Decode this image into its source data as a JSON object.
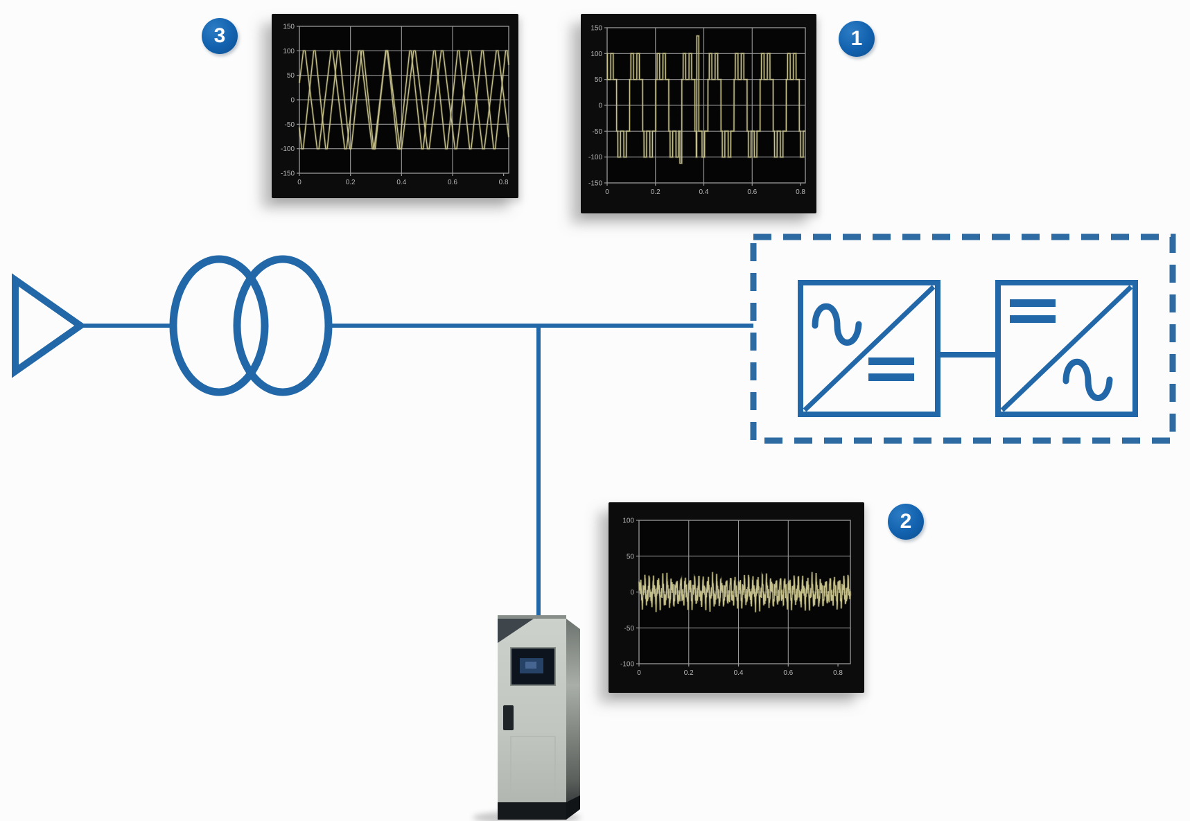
{
  "figure": {
    "background": "#fcfcfc",
    "badges": [
      {
        "label": "1"
      },
      {
        "label": "2"
      },
      {
        "label": "3"
      }
    ],
    "colors": {
      "schematic_blue": "#2268a8",
      "dashed_blue": "#2e6ba3",
      "badge_blue": "#1261ae",
      "badge_text": "#ffffff",
      "scope_panel": "#0c0c0c",
      "scope_grid": "#9a9a9a",
      "scope_label": "#b9b9b9",
      "scope_trace": "#c6c08a"
    },
    "symbols": [
      {
        "name": "grid-source-icon"
      },
      {
        "name": "transformer-icon"
      },
      {
        "name": "rectifier-icon"
      },
      {
        "name": "inverter-icon"
      },
      {
        "name": "converter-enclosure"
      },
      {
        "name": "inverter-cabinet"
      }
    ]
  },
  "chart_data": [
    {
      "id": "scope-1",
      "badge": "1",
      "type": "line",
      "position": "top-right",
      "title": "",
      "xlabel": "",
      "ylabel": "",
      "x_ticks": [
        "0",
        "0.2",
        "0.4",
        "0.6",
        "0.8"
      ],
      "y_ticks": [
        "150",
        "100",
        "50",
        "0",
        "-50",
        "-100",
        "-150"
      ],
      "xlim": [
        0,
        0.8
      ],
      "ylim": [
        -150,
        150
      ],
      "x_box_max": 0.82,
      "grid": true,
      "inner_x_gridlines": [
        0.2,
        0.4,
        0.6
      ],
      "inner_y_gridlines": [
        100,
        50,
        0,
        -50,
        -100
      ],
      "waveform": {
        "kind": "five-level-pwm",
        "levels": [
          100,
          50,
          -50,
          -100
        ],
        "period": 0.108,
        "phase": -0.015,
        "pulse_windows": [
          [
            0.1,
            0.3
          ],
          [
            0.55,
            0.75
          ]
        ],
        "spikes": [
          {
            "x": 0.375,
            "v": 134
          },
          {
            "x": 0.305,
            "v": -112
          }
        ]
      },
      "description": "Five-level stepped PWM converter output voltage with ±50/±100 levels"
    },
    {
      "id": "scope-2",
      "badge": "2",
      "type": "line",
      "position": "bottom-center",
      "title": "",
      "xlabel": "",
      "ylabel": "",
      "x_ticks": [
        "0",
        "0.2",
        "0.4",
        "0.6",
        "0.8"
      ],
      "y_ticks": [
        "100",
        "50",
        "0",
        "-50",
        "-100"
      ],
      "xlim": [
        0,
        0.8
      ],
      "ylim": [
        -100,
        100
      ],
      "x_box_max": 0.85,
      "grid": true,
      "inner_x_gridlines": [
        0.2,
        0.4,
        0.6
      ],
      "inner_y_gridlines": [
        50,
        0,
        -50
      ],
      "waveform": {
        "kind": "noise-ripple",
        "amplitude": 22,
        "components": [
          {
            "f": 55,
            "a": 12,
            "p": 0
          },
          {
            "f": 125,
            "a": 7,
            "p": 1.1
          },
          {
            "f": 240,
            "a": 5,
            "p": 2.3
          },
          {
            "f": 430,
            "a": 4,
            "p": 0.6
          },
          {
            "f": 720,
            "a": 2.5,
            "p": 1.9
          }
        ]
      },
      "description": "Low-amplitude high-frequency current ripple oscillating around zero"
    },
    {
      "id": "scope-3",
      "badge": "3",
      "type": "line",
      "position": "top-left",
      "title": "",
      "xlabel": "",
      "ylabel": "",
      "x_ticks": [
        "0",
        "0.2",
        "0.4",
        "0.6",
        "0.8"
      ],
      "y_ticks": [
        "150",
        "100",
        "50",
        "0",
        "-50",
        "-100",
        "-150"
      ],
      "xlim": [
        0,
        0.8
      ],
      "ylim": [
        -150,
        150
      ],
      "x_box_max": 0.82,
      "grid": true,
      "inner_x_gridlines": [
        0.2,
        0.4,
        0.6
      ],
      "inner_y_gridlines": [
        100,
        50,
        0,
        -50,
        -100
      ],
      "waveform": {
        "kind": "dual-triangle",
        "amplitude": 100,
        "raw_amplitude": 115,
        "clip": 100,
        "periods": [
          0.094,
          0.108
        ],
        "phases": [
          0.012,
          -0.035
        ]
      },
      "description": "Triangular voltage waveforms swinging between +100 and -100"
    }
  ]
}
